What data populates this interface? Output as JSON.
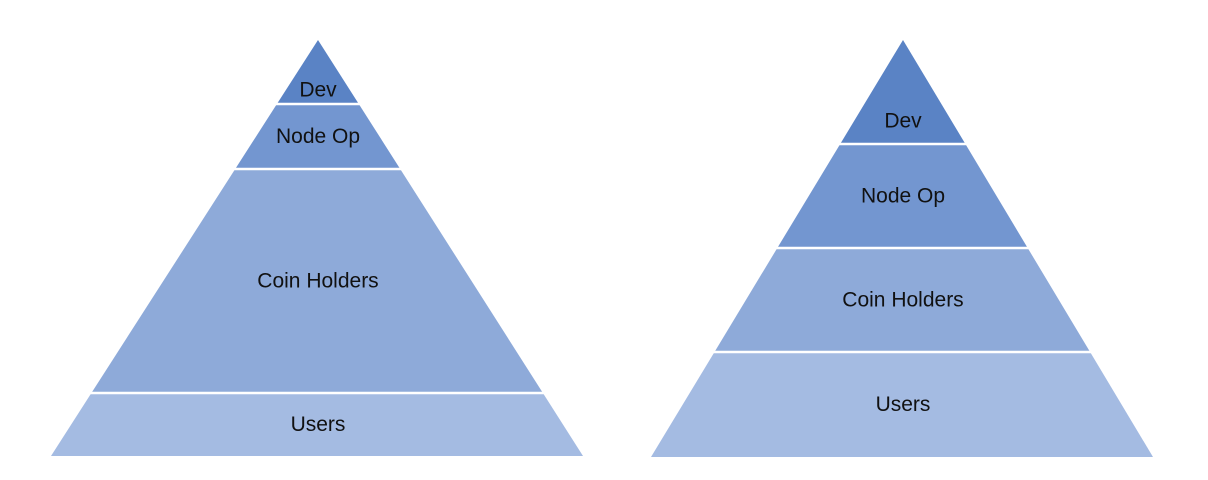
{
  "colors": {
    "tier_1": "#5a83c5",
    "tier_2": "#7396d0",
    "tier_3": "#8eaad9",
    "tier_4": "#a4bbe2",
    "divider": "#ffffff"
  },
  "pyramids": [
    {
      "id": "left",
      "tiers": [
        {
          "label": "Dev",
          "color_key": "tier_1"
        },
        {
          "label": "Node Op",
          "color_key": "tier_2"
        },
        {
          "label": "Coin Holders",
          "color_key": "tier_3"
        },
        {
          "label": "Users",
          "color_key": "tier_4"
        }
      ]
    },
    {
      "id": "right",
      "tiers": [
        {
          "label": "Dev",
          "color_key": "tier_1"
        },
        {
          "label": "Node Op",
          "color_key": "tier_2"
        },
        {
          "label": "Coin Holders",
          "color_key": "tier_3"
        },
        {
          "label": "Users",
          "color_key": "tier_4"
        }
      ]
    }
  ]
}
